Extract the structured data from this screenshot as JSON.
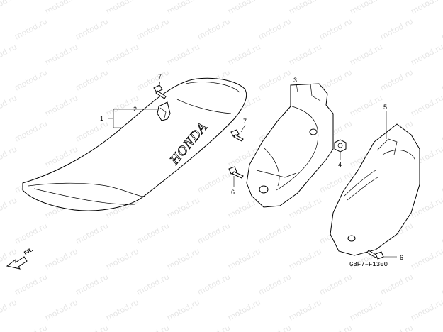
{
  "watermark": "motod.ru",
  "brand_text": "HONDA",
  "direction_label": "FR.",
  "diagram_code": "GBF7–F1300",
  "callouts": {
    "c1": "1",
    "c2": "2",
    "c3": "3",
    "c4": "4",
    "c5": "5",
    "c6a": "6",
    "c6b": "6",
    "c7a": "7",
    "c7b": "7"
  }
}
